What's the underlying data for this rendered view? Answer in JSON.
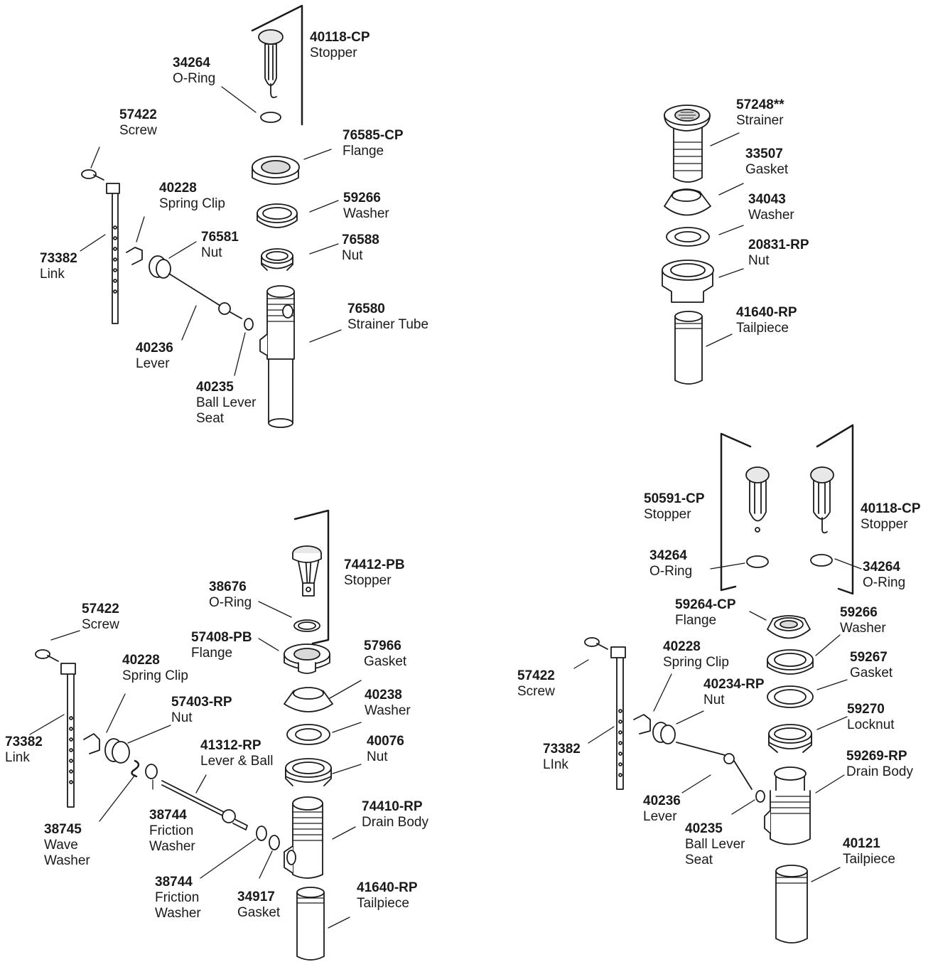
{
  "assemblies": [
    {
      "labels": [
        {
          "id": "a1-stopper",
          "part": "40118-CP",
          "name": "Stopper"
        },
        {
          "id": "a1-oring",
          "part": "34264",
          "name": "O-Ring"
        },
        {
          "id": "a1-screw",
          "part": "57422",
          "name": "Screw"
        },
        {
          "id": "a1-flange",
          "part": "76585-CP",
          "name": "Flange"
        },
        {
          "id": "a1-springclip",
          "part": "40228",
          "name": "Spring Clip"
        },
        {
          "id": "a1-washer",
          "part": "59266",
          "name": "Washer"
        },
        {
          "id": "a1-nut-lever",
          "part": "76581",
          "name": "Nut"
        },
        {
          "id": "a1-nut",
          "part": "76588",
          "name": "Nut"
        },
        {
          "id": "a1-link",
          "part": "73382",
          "name": "Link"
        },
        {
          "id": "a1-strainer-tube",
          "part": "76580",
          "name": "Strainer Tube"
        },
        {
          "id": "a1-lever",
          "part": "40236",
          "name": "Lever"
        },
        {
          "id": "a1-ball-lever-seat",
          "part": "40235",
          "name": "Ball Lever",
          "name2": "Seat"
        }
      ]
    },
    {
      "labels": [
        {
          "id": "a2-strainer",
          "part": "57248**",
          "name": "Strainer"
        },
        {
          "id": "a2-gasket",
          "part": "33507",
          "name": "Gasket"
        },
        {
          "id": "a2-washer",
          "part": "34043",
          "name": "Washer"
        },
        {
          "id": "a2-nut",
          "part": "20831-RP",
          "name": "Nut"
        },
        {
          "id": "a2-tailpiece",
          "part": "41640-RP",
          "name": "Tailpiece"
        }
      ]
    },
    {
      "labels": [
        {
          "id": "a3-stopper",
          "part": "74412-PB",
          "name": "Stopper"
        },
        {
          "id": "a3-oring",
          "part": "38676",
          "name": "O-Ring"
        },
        {
          "id": "a3-screw",
          "part": "57422",
          "name": "Screw"
        },
        {
          "id": "a3-flange",
          "part": "57408-PB",
          "name": "Flange"
        },
        {
          "id": "a3-gasket",
          "part": "57966",
          "name": "Gasket"
        },
        {
          "id": "a3-springclip",
          "part": "40228",
          "name": "Spring Clip"
        },
        {
          "id": "a3-washer",
          "part": "40238",
          "name": "Washer"
        },
        {
          "id": "a3-nut-lever",
          "part": "57403-RP",
          "name": "Nut"
        },
        {
          "id": "a3-nut",
          "part": "40076",
          "name": "Nut"
        },
        {
          "id": "a3-lever-ball",
          "part": "41312-RP",
          "name": "Lever & Ball"
        },
        {
          "id": "a3-link",
          "part": "73382",
          "name": "Link"
        },
        {
          "id": "a3-drain-body",
          "part": "74410-RP",
          "name": "Drain Body"
        },
        {
          "id": "a3-friction-washer-1",
          "part": "38744",
          "name": "Friction",
          "name2": "Washer"
        },
        {
          "id": "a3-wave-washer",
          "part": "38745",
          "name": "Wave",
          "name2": "Washer"
        },
        {
          "id": "a3-tailpiece",
          "part": "41640-RP",
          "name": "Tailpiece"
        },
        {
          "id": "a3-friction-washer-2",
          "part": "38744",
          "name": "Friction",
          "name2": "Washer"
        },
        {
          "id": "a3-gasket-small",
          "part": "34917",
          "name": "Gasket"
        }
      ]
    },
    {
      "labels": [
        {
          "id": "a4-stopper-left",
          "part": "50591-CP",
          "name": "Stopper"
        },
        {
          "id": "a4-stopper-right",
          "part": "40118-CP",
          "name": "Stopper"
        },
        {
          "id": "a4-oring-left",
          "part": "34264",
          "name": "O-Ring"
        },
        {
          "id": "a4-oring-right",
          "part": "34264",
          "name": "O-Ring"
        },
        {
          "id": "a4-flange",
          "part": "59264-CP",
          "name": "Flange"
        },
        {
          "id": "a4-washer",
          "part": "59266",
          "name": "Washer"
        },
        {
          "id": "a4-springclip",
          "part": "40228",
          "name": "Spring Clip"
        },
        {
          "id": "a4-gasket",
          "part": "59267",
          "name": "Gasket"
        },
        {
          "id": "a4-screw",
          "part": "57422",
          "name": "Screw"
        },
        {
          "id": "a4-nut-lever",
          "part": "40234-RP",
          "name": "Nut"
        },
        {
          "id": "a4-locknut",
          "part": "59270",
          "name": "Locknut"
        },
        {
          "id": "a4-link",
          "part": "73382",
          "name": "LInk"
        },
        {
          "id": "a4-drain-body",
          "part": "59269-RP",
          "name": "Drain Body"
        },
        {
          "id": "a4-lever",
          "part": "40236",
          "name": "Lever"
        },
        {
          "id": "a4-ball-lever-seat",
          "part": "40235",
          "name": "Ball Lever",
          "name2": "Seat"
        },
        {
          "id": "a4-tailpiece",
          "part": "40121",
          "name": "Tailpiece"
        }
      ]
    }
  ],
  "colors": {
    "line": "#1a1a1a",
    "fill": "#ffffff",
    "shade": "#d9d9d9"
  }
}
